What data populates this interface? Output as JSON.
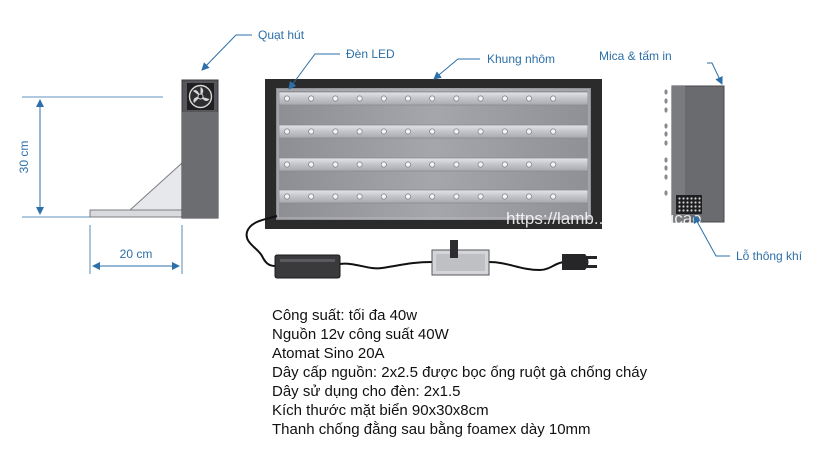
{
  "callouts": {
    "fan": "Quạt hút",
    "led": "Đèn LED",
    "frame": "Khung nhôm",
    "mica": "Mica & tấm in",
    "vent": "Lỗ thông khí"
  },
  "dimensions": {
    "height": "30 cm",
    "depth": "20 cm"
  },
  "watermark": "https://lamb...ngquangcao",
  "specs": [
    "Công suất: tối đa 40w",
    "Nguồn 12v công suất 40W",
    "Atomat Sino 20A",
    "Dây cấp nguồn: 2x2.5 được bọc ống ruột gà chống cháy",
    "Dây sử dụng cho đèn: 2x1.5",
    "Kích thước mặt biển 90x30x8cm",
    "Thanh chống đằng sau bằng foamex dày 10mm"
  ],
  "colors": {
    "accent": "#2d6fa8",
    "frame": "#2b2b2b",
    "panel": "#9a9ba0",
    "led_strip": "#c9cacf"
  }
}
